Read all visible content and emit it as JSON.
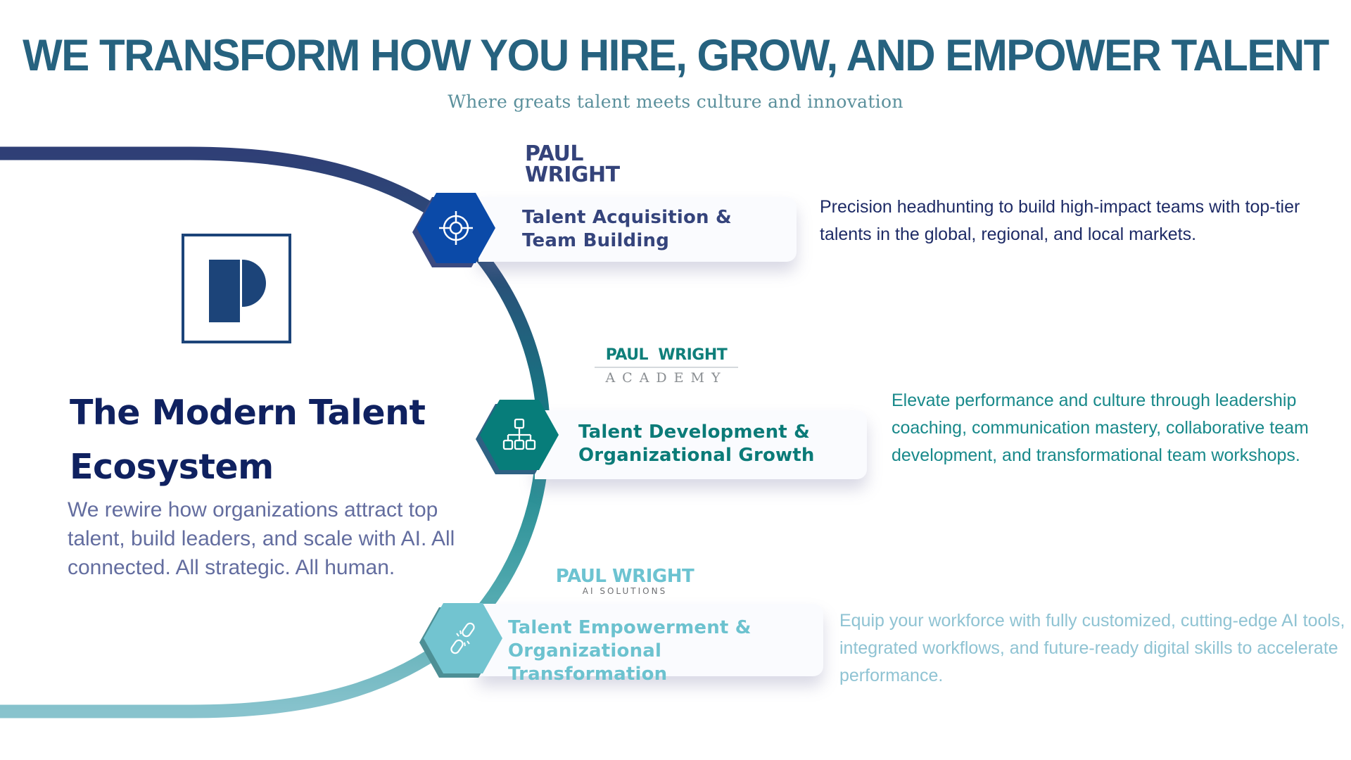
{
  "header": {
    "title": "WE TRANSFORM HOW YOU HIRE, GROW, AND EMPOWER TALENT",
    "subtitle": "Where greats talent meets culture and innovation"
  },
  "ecosystem": {
    "logo_icon": "p-monogram-logo",
    "heading_line1": "The Modern Talent",
    "heading_line2": "Ecosystem",
    "body": "We rewire how organizations attract top talent, build leaders, and scale with AI. All connected. All strategic. All human."
  },
  "colors": {
    "title": "#26627f",
    "subtitle": "#5b909c",
    "heading": "#0f2160",
    "body": "#636d9f",
    "path_top": "#2f3f76",
    "path_mid": "#137f85",
    "path_bottom": "#88c3cd"
  },
  "pillars": [
    {
      "brand_line1": "PAUL",
      "brand_line2": "WRIGHT",
      "icon": "target-icon",
      "title_line1": "Talent Acquisition &",
      "title_line2": "Team Building",
      "description": "Precision headhunting to build high-impact teams with top-tier talents in the global, regional, and local markets.",
      "color": "#0b4aa8",
      "title_color": "#35447c",
      "desc_color": "#1e2b66"
    },
    {
      "brand_line1": "PAUL  WRIGHT",
      "brand_line2": "ACADEMY",
      "icon": "org-chart-icon",
      "title_line1": "Talent Development &",
      "title_line2": "Organizational Growth",
      "description": "Elevate performance and culture through leadership coaching, communication mastery, collaborative team development, and transformational team workshops.",
      "color": "#077d7a",
      "title_color": "#0b7b78",
      "desc_color": "#18898a"
    },
    {
      "brand_line1": "PAUL WRIGHT",
      "brand_line2": "AI SOLUTIONS",
      "icon": "broken-link-icon",
      "title_line1": "Talent Empowerment &",
      "title_line2": "Organizational Transformation",
      "description": "Equip your workforce with fully customized, cutting-edge AI tools, integrated workflows, and future-ready digital skills to accelerate performance.",
      "color": "#72c4d0",
      "title_color": "#6cc2cf",
      "desc_color": "#8fc3d3"
    }
  ]
}
